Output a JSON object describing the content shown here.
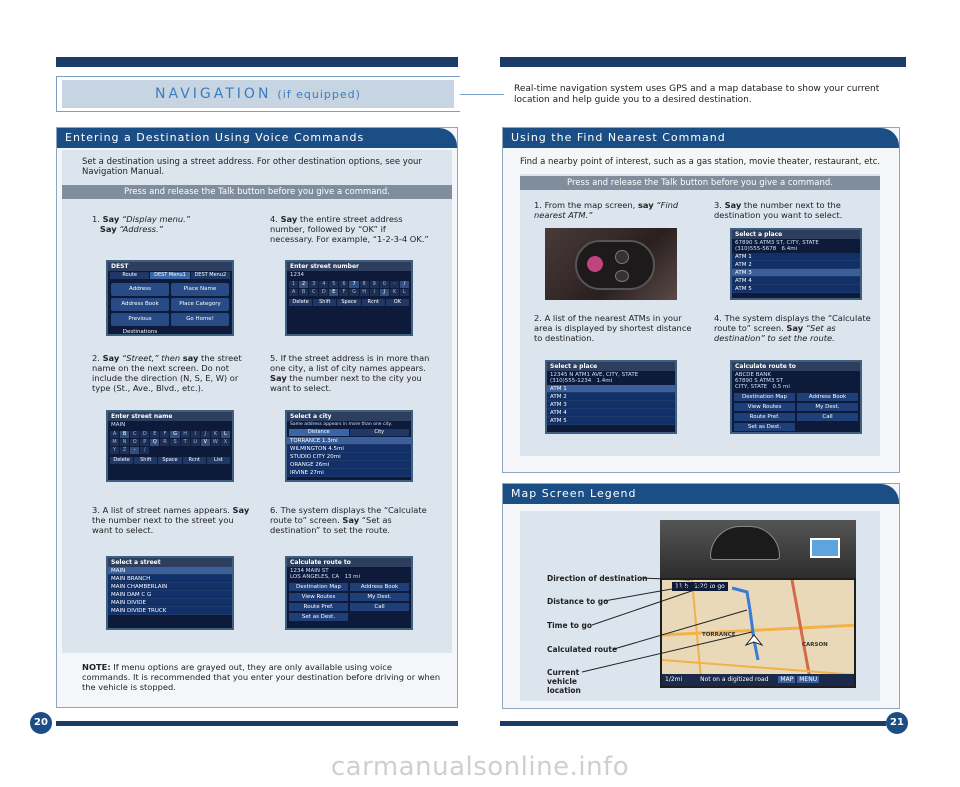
{
  "header": {
    "title": "NAVIGATION",
    "title_suffix": "(if equipped)",
    "intro": "Real-time navigation system uses GPS and a map database to show your current location and help guide you to a desired destination."
  },
  "left_panel": {
    "heading": "Entering a Destination Using Voice Commands",
    "intro": "Set a destination using a street address. For other destination options, see your Navigation Manual.",
    "talk_bar": "Press and release the Talk button before you give a command.",
    "steps": [
      {
        "num": "1.",
        "say1": "Say",
        "text1": " “Display menu.”",
        "say2": "Say",
        "text2": " “Address.”"
      },
      {
        "num": "2.",
        "say1": "Say",
        "text1": " “Street,” then ",
        "say2": "say",
        "text2": " the street name on the next screen. Do not include the direction (N, S, E, W) or type (St., Ave., Blvd., etc.)."
      },
      {
        "num": "3.",
        "text0": "A list of street names appears. ",
        "say1": "Say",
        "text1": " the number next to the street you want to select."
      },
      {
        "num": "4.",
        "say1": "Say",
        "text1": " the entire street address number, followed by “OK” if necessary. For example, “1-2-3-4 OK.”"
      },
      {
        "num": "5.",
        "text0": "If the street address is in more than one city, a list of city names appears. ",
        "say1": "Say",
        "text1": " the number next to the city you want to select."
      },
      {
        "num": "6.",
        "text0": "The system displays the “Calculate route to” screen. ",
        "say1": "Say",
        "text1": " “Set as destination” to set the route."
      }
    ],
    "note_label": "NOTE:",
    "note_text": " If menu options are grayed out, they are only available using voice commands. It is recommended that you enter your destination before driving or when the vehicle is stopped.",
    "screens": {
      "dest": {
        "title": "DEST",
        "tabs": [
          "Route",
          "DEST Menu1",
          "DEST Menu2"
        ],
        "items": [
          "Address",
          "Place Name",
          "Address Book",
          "Place Category",
          "Previous Destinations",
          "Go Home!"
        ]
      },
      "street_name": {
        "title": "Enter street name",
        "value": "MAIN",
        "keys": [
          "A",
          "B",
          "C",
          "D",
          "E",
          "F",
          "G",
          "H",
          "I",
          "J",
          "K",
          "L",
          "M",
          "N",
          "O",
          "P",
          "Q",
          "R",
          "S",
          "T",
          "U",
          "V",
          "W",
          "X",
          "Y",
          "Z",
          "-",
          "/"
        ],
        "buttons": [
          "Delete",
          "Shift",
          "Space",
          "Rcnt",
          "List"
        ]
      },
      "street_list": {
        "title": "Select a street",
        "rows": [
          "MAIN",
          "MAIN BRANCH",
          "MAIN CHAMBERLAIN",
          "MAIN DAM C G",
          "MAIN DIVIDE",
          "MAIN DIVIDE TRUCK"
        ]
      },
      "street_number": {
        "title": "Enter street number",
        "value": "1234",
        "keys": [
          "1",
          "2",
          "3",
          "4",
          "5",
          "6",
          "7",
          "8",
          "9",
          "0",
          "-",
          "/",
          "A",
          "B",
          "C",
          "D",
          "E",
          "F",
          "G",
          "H",
          "I",
          "J",
          "K",
          "L"
        ],
        "buttons": [
          "Delete",
          "Shift",
          "Space",
          "Rcnt",
          "OK"
        ]
      },
      "city": {
        "title": "Select a city",
        "note": "Same address appears in more than one city.",
        "tabs": [
          "Distance",
          "City"
        ],
        "rows": [
          "TORRANCE",
          "WILMINGTON",
          "STUDIO CITY",
          "ORANGE",
          "IRVINE"
        ],
        "dist": [
          "1.3mi",
          "4.5mi",
          "20mi",
          "26mi",
          "27mi"
        ]
      },
      "calc_left": {
        "title": "Calculate route to",
        "address": "1234 MAIN ST",
        "city": "LOS ANGELES, CA",
        "dist": "13 mi",
        "buttons": [
          "Destination Map",
          "Address Book",
          "View Routes",
          "My Dest.",
          "Route Pref.",
          "Call",
          "Set as Dest."
        ]
      }
    }
  },
  "right_panel": {
    "heading": "Using the Find Nearest Command",
    "intro": "Find a nearby point of interest, such as a gas station, movie theater, restaurant, etc.",
    "talk_bar": "Press and release the Talk button before you give a command.",
    "steps": [
      {
        "num": "1.",
        "text0": "From the map screen, ",
        "say1": "say",
        "text1": " “Find nearest ATM.”"
      },
      {
        "num": "2.",
        "text0": "A list of the nearest ATMs in your area is displayed by shortest distance to destination."
      },
      {
        "num": "3.",
        "say1": "Say",
        "text1": " the number next to the destination you want to select."
      },
      {
        "num": "4.",
        "text0": "The system displays the “Calculate route to” screen. ",
        "say1": "Say",
        "text1": " “Set as destination” to set the route."
      }
    ],
    "screens": {
      "place1": {
        "title": "Select a place",
        "address": "12345 N ATM1 AVE, CITY, STATE",
        "phone": "(310)555-1234",
        "dist": "1.4mi",
        "rows": [
          "ATM 1",
          "ATM 2",
          "ATM 3",
          "ATM 4",
          "ATM 5"
        ]
      },
      "place2": {
        "title": "Select a place",
        "address": "67890 S ATM3 ST, CITY, STATE",
        "phone": "(310)555-5678",
        "dist": "6.4mi",
        "rows": [
          "ATM 1",
          "ATM 2",
          "ATM 3",
          "ATM 4",
          "ATM 5"
        ]
      },
      "calc_right": {
        "title": "Calculate route to",
        "name": "ABCDE BANK",
        "address": "67890 S ATM3 ST",
        "city": "CITY, STATE",
        "dist": "0.5 mi",
        "buttons": [
          "Destination Map",
          "Address Book",
          "View Routes",
          "My Dest.",
          "Route Pref.",
          "Call",
          "Set as Dest."
        ]
      }
    }
  },
  "legend": {
    "heading": "Map Screen Legend",
    "labels": [
      "Direction of destination",
      "Distance to go",
      "Time to go",
      "Calculated route",
      "Current vehicle location"
    ],
    "map_text": {
      "dist": "1/2mi",
      "msg": "Not on a digitized road",
      "road": "TORRANCE",
      "road2": "CARSON",
      "buttons": [
        "MAP",
        "MENU"
      ]
    }
  },
  "pages": {
    "left": "20",
    "right": "21"
  },
  "watermark": "carmanualsonline.info"
}
